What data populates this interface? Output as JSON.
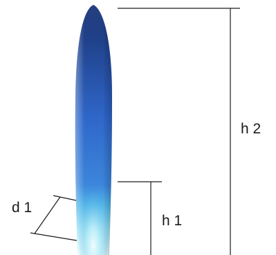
{
  "labels": {
    "d1": "d 1",
    "h1": "h 1",
    "h2": "h 2"
  },
  "colors": {
    "flame_tip": "#1f3f86",
    "flame_body": "#2f66c9",
    "flame_inner": "#46a9e6",
    "flame_core": "#d9f6fb",
    "line": "#1a1a1a"
  }
}
